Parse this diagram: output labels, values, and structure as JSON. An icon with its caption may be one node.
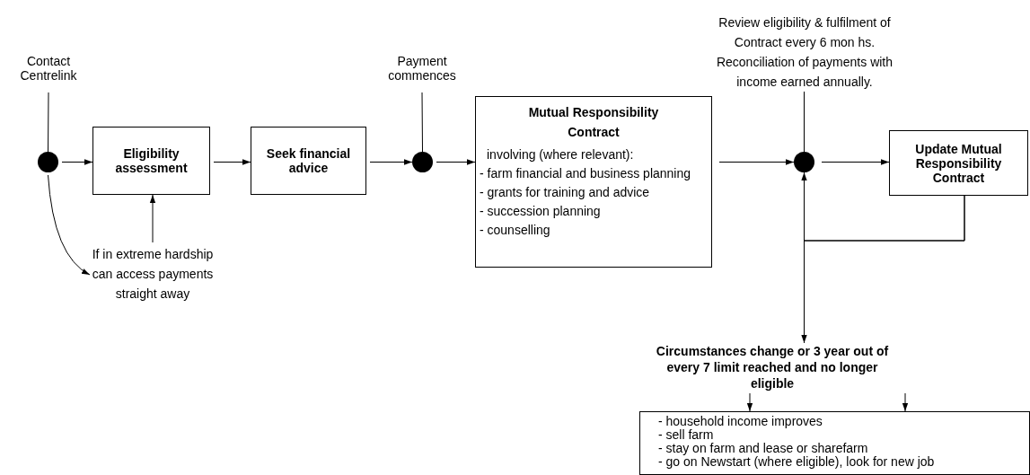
{
  "diagram": {
    "nodes": [
      {
        "text": [
          "Contact Centrelink"
        ]
      },
      {
        "text": [],
        "shape": "circle"
      },
      {
        "text": [
          "Eligibility assessment"
        ]
      },
      {
        "text": [
          "Seek financial advice"
        ]
      },
      {
        "text": [
          "Payment commences"
        ]
      },
      {
        "text": [],
        "shape": "circle"
      },
      {
        "text": [
          "Mutual Responsibility Contract",
          "involving (where relevant):",
          "- farm financial and business planning",
          "- grants for training and advice",
          "- succession planning",
          "- counselling"
        ]
      },
      {
        "text": [
          "Review eligibility & fulfilment of Contract every 6 mon hs. Reconciliation of payments with income earned annually."
        ]
      },
      {
        "text": [],
        "shape": "circle"
      },
      {
        "text": [
          "Update Mutual Responsibility Contract"
        ]
      },
      {
        "text": [
          "If in extreme hardship can access payments straight away"
        ]
      },
      {
        "text": [
          "Circumstances change or 3 year out of every 7 limit reached and no longer eligible"
        ]
      },
      {
        "text": [
          "- household income improves",
          "- sell farm",
          "- stay on farm and lease or sharefarm",
          "- go on Newstart (where eligible), look for new job"
        ]
      }
    ],
    "edges": [
      {
        "from": 0,
        "to": 1,
        "arrow": "none"
      },
      {
        "from": 1,
        "to": 2,
        "arrow": "to"
      },
      {
        "from": 2,
        "to": 3,
        "arrow": "to"
      },
      {
        "from": 3,
        "to": 5,
        "arrow": "to"
      },
      {
        "from": 4,
        "to": 5,
        "arrow": "none"
      },
      {
        "from": 5,
        "to": 6,
        "arrow": "to"
      },
      {
        "from": 6,
        "to": 8,
        "arrow": "to"
      },
      {
        "from": 7,
        "to": 8,
        "arrow": "none"
      },
      {
        "from": 8,
        "to": 9,
        "arrow": "to"
      },
      {
        "from": 10,
        "to": 2,
        "arrow": "to"
      },
      {
        "from": 1,
        "to": 10,
        "arrow": "to"
      },
      {
        "from": 9,
        "to": 8,
        "arrow": "to"
      },
      {
        "from": 9,
        "to": 11,
        "arrow": "to"
      },
      {
        "from": 11,
        "to": 12,
        "arrow": "to"
      },
      {
        "from": 11,
        "to": 12,
        "arrow": "to"
      }
    ]
  }
}
